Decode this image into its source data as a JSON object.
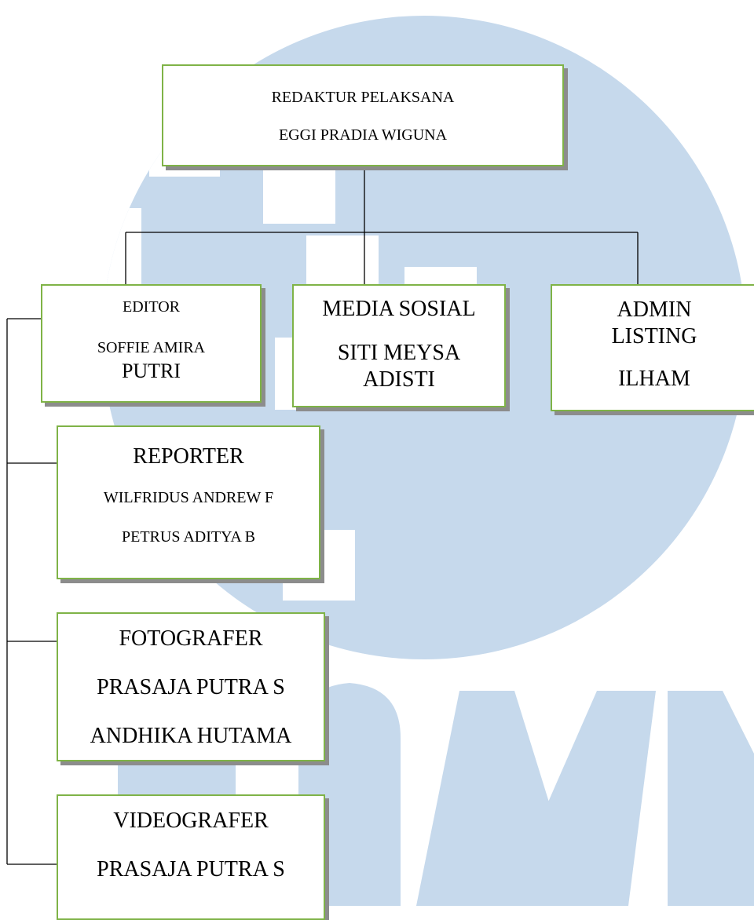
{
  "colors": {
    "watermark": "#c6d9ec",
    "box_border": "#7fb347",
    "box_shadow": "#8c8c8c",
    "connector": "#000000"
  },
  "nodes": {
    "redaktur": {
      "title": "REDAKTUR PELAKSANA",
      "name": "EGGI PRADIA WIGUNA"
    },
    "editor": {
      "title": "EDITOR",
      "name_1": "SOFFIE AMIRA",
      "name_2": "PUTRI"
    },
    "media_sosial": {
      "title": "MEDIA SOSIAL",
      "name_1": "SITI MEYSA",
      "name_2": "ADISTI"
    },
    "admin": {
      "title_1": "ADMIN",
      "title_2": "LISTING",
      "name": "ILHAM"
    },
    "reporter": {
      "title": "REPORTER",
      "name_1": "WILFRIDUS ANDREW F",
      "name_2": "PETRUS ADITYA B"
    },
    "fotografer": {
      "title": "FOTOGRAFER",
      "name_1": "PRASAJA PUTRA S",
      "name_2": "ANDHIKA HUTAMA"
    },
    "videografer": {
      "title": "VIDEOGRAFER",
      "name_1": "PRASAJA PUTRA S"
    }
  }
}
